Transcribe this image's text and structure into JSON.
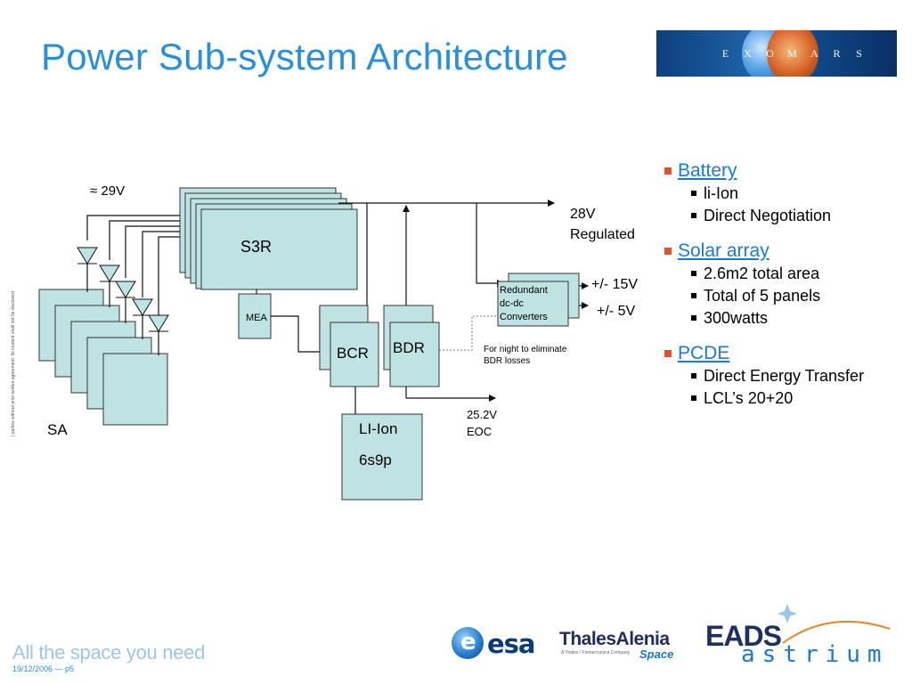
{
  "slide": {
    "title": "Power Sub-system Architecture",
    "side_note": "| parties without prior written agreement. Its content shall not be disclosed.",
    "tagline": "All the space you need",
    "footer_date": "19/12/2006  —  p5"
  },
  "exomars_banner": {
    "letters": [
      "E",
      "X",
      "O",
      "M",
      "A",
      "R",
      "S"
    ]
  },
  "diagram": {
    "label_29v": "≈  29V",
    "label_s3r": "S3R",
    "label_mea": "MEA",
    "label_bcr": "BCR",
    "label_bdr": "BDR",
    "label_sa": "SA",
    "label_battery_1": "LI-Ion",
    "label_battery_2": "6s9p",
    "label_28v": "28V",
    "label_regulated": "Regulated",
    "label_conv_1": "Redundant",
    "label_conv_2": "dc-dc",
    "label_conv_3": "Converters",
    "label_15v": "+/- 15V",
    "label_5v": "+/- 5V",
    "label_night_1": "For night to eliminate",
    "label_night_2": "BDR losses",
    "label_252v": "25.2V",
    "label_eoc": "EOC",
    "colors": {
      "box_fill": "#bfe3e3",
      "box_stroke": "#333333",
      "line": "#111111"
    }
  },
  "bullets": [
    {
      "label": "Battery",
      "items": [
        "li-Ion",
        "Direct Negotiation"
      ]
    },
    {
      "label": "Solar array",
      "items": [
        "2.6m2 total area",
        "Total of 5 panels",
        "300watts"
      ]
    },
    {
      "label": "PCDE",
      "items": [
        "Direct Energy Transfer",
        "LCL’s 20+20"
      ]
    }
  ],
  "logos": {
    "esa": "esa",
    "thales_main": "ThalesAlenia",
    "thales_sub": "A Thales / Finmeccanica Company",
    "thales_space": "Space",
    "eads_main": "EADS",
    "eads_sub": "astrium"
  }
}
